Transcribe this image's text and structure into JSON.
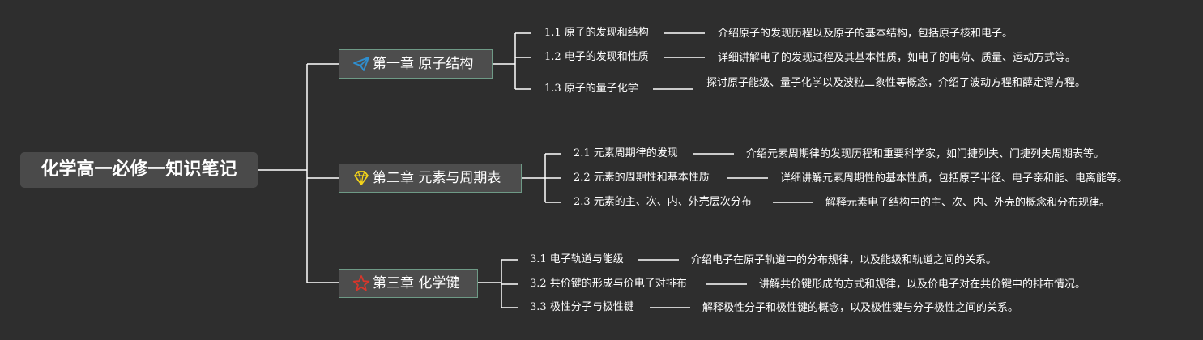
{
  "mindmap": {
    "root": "化学高一必修一知识笔记",
    "chapters": [
      {
        "title": "第一章 原子结构",
        "icon": "paper-plane-icon",
        "icon_color": "#2f8fd0",
        "items": [
          {
            "label": "1.1 原子的发现和结构",
            "desc": "介绍原子的发现历程以及原子的基本结构，包括原子核和电子。"
          },
          {
            "label": "1.2 电子的发现和性质",
            "desc": "详细讲解电子的发现过程及其基本性质，如电子的电荷、质量、运动方式等。"
          },
          {
            "label": "1.3 原子的量子化学",
            "desc": "探讨原子能级、量子化学以及波粒二象性等概念，介绍了波动方程和薛定谔方程。"
          }
        ]
      },
      {
        "title": "第二章 元素与周期表",
        "icon": "diamond-icon",
        "icon_color": "#f2d21a",
        "items": [
          {
            "label": "2.1 元素周期律的发现",
            "desc": "介绍元素周期律的发现历程和重要科学家，如门捷列夫、门捷列夫周期表等。"
          },
          {
            "label": "2.2 元素的周期性和基本性质",
            "desc": "详细讲解元素周期性的基本性质，包括原子半径、电子亲和能、电离能等。"
          },
          {
            "label": "2.3 元素的主、次、内、外壳层次分布",
            "desc": "解释元素电子结构中的主、次、内、外壳的概念和分布规律。"
          }
        ]
      },
      {
        "title": "第三章 化学键",
        "icon": "star-icon",
        "icon_color": "#d8362b",
        "items": [
          {
            "label": "3.1 电子轨道与能级",
            "desc": "介绍电子在原子轨道中的分布规律，以及能级和轨道之间的关系。"
          },
          {
            "label": "3.2 共价键的形成与价电子对排布",
            "desc": "讲解共价键形成的方式和规律，以及价电子对在共价键中的排布情况。"
          },
          {
            "label": "3.3 极性分子与极性键",
            "desc": "解释极性分子和极性键的概念，以及极性键与分子极性之间的关系。"
          }
        ]
      }
    ]
  }
}
